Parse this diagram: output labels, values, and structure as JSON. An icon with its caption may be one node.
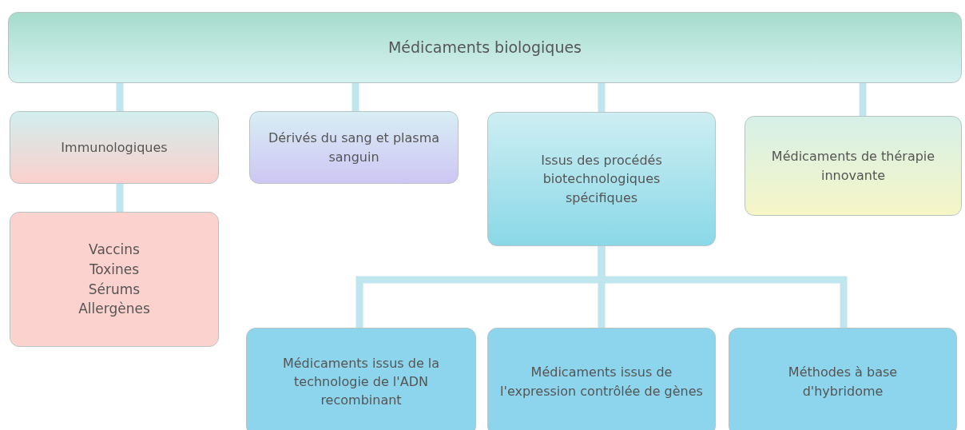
{
  "diagram": {
    "nodes": [
      {
        "text": [
          "Médicaments biologiques"
        ]
      },
      {
        "text": [
          "Immunologiques"
        ]
      },
      {
        "text": [
          "Vaccins",
          "Toxines",
          "Sérums",
          "Allergènes"
        ]
      },
      {
        "text": [
          "Dérivés du sang et plasma sanguin"
        ]
      },
      {
        "text": [
          "Issus des procédés biotechnologiques spécifiques"
        ]
      },
      {
        "text": [
          "Médicaments de thérapie innovante"
        ]
      },
      {
        "text": [
          "Médicaments issus de la technologie de l'ADN recombinant"
        ]
      },
      {
        "text": [
          "Médicaments issus de l'expression contrôlée de gènes"
        ]
      },
      {
        "text": [
          "Méthodes à base d'hybridome"
        ]
      }
    ],
    "edges": [
      {
        "from": 0,
        "to": 1,
        "arrow": "none"
      },
      {
        "from": 0,
        "to": 3,
        "arrow": "none"
      },
      {
        "from": 0,
        "to": 4,
        "arrow": "none"
      },
      {
        "from": 0,
        "to": 5,
        "arrow": "none"
      },
      {
        "from": 1,
        "to": 2,
        "arrow": "none"
      },
      {
        "from": 4,
        "to": 6,
        "arrow": "none"
      },
      {
        "from": 4,
        "to": 7,
        "arrow": "none"
      },
      {
        "from": 4,
        "to": 8,
        "arrow": "none"
      }
    ]
  }
}
